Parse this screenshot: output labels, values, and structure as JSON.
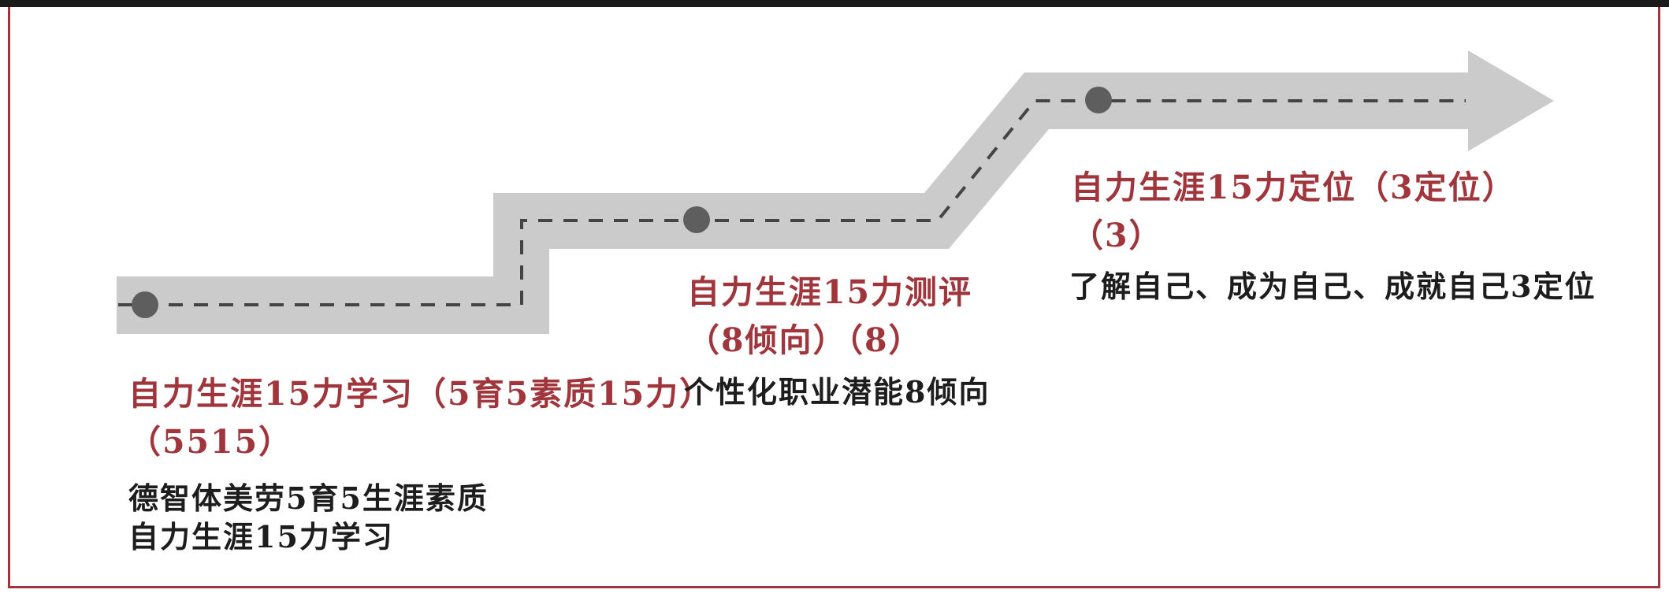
{
  "colors": {
    "accent": "#a0353c",
    "road": "#cbcbcb",
    "dot": "#5e5e5e",
    "dash": "#444444",
    "text": "#1d1d1d"
  },
  "stages": [
    {
      "title_line1": "自力生涯15力学习（5育5素质15力）",
      "title_line2": "（5515）",
      "desc_line1": "德智体美劳5育5生涯素质",
      "desc_line2": "自力生涯15力学习"
    },
    {
      "title_line1": "自力生涯15力测评",
      "title_line2": "（8倾向）（8）",
      "desc_line1": "个性化职业潜能8倾向"
    },
    {
      "title_line1": "自力生涯15力定位（3定位）",
      "title_line2": "（3）",
      "desc_line1": "了解自己、成为自己、成就自己3定位"
    }
  ]
}
